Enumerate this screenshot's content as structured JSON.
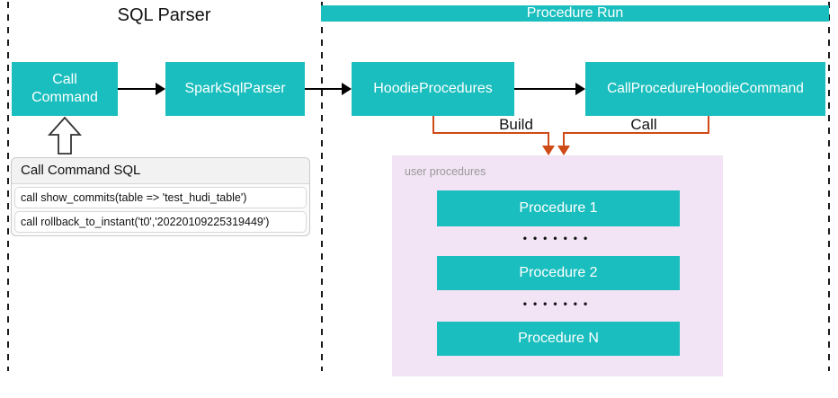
{
  "diagram": {
    "sections": {
      "sql_parser": {
        "title": "SQL Parser"
      },
      "procedure_run": {
        "title": "Procedure Run"
      }
    },
    "nodes": {
      "call_command": "Call Command",
      "spark_sql_parser": "SparkSqlParser",
      "hoodie_procedures": "HoodieProcedures",
      "call_procedure_hoodie_command": "CallProcedureHoodieCommand"
    },
    "sql_panel": {
      "title": "Call Command SQL",
      "rows": [
        "call show_commits(table => 'test_hudi_table')",
        "call rollback_to_instant('t0','20220109225319449')"
      ]
    },
    "edges": {
      "build_label": "Build",
      "call_label": "Call"
    },
    "user_procedures": {
      "label": "user procedures",
      "items": [
        "Procedure 1",
        "Procedure 2",
        "Procedure N"
      ],
      "dots": "•••••••"
    },
    "colors": {
      "node_fill": "#1ABEBE",
      "node_text": "#FFFFFF",
      "connector_orange": "#CE4A17",
      "arrow_black": "#000000",
      "user_procedures_fill": "#F2E3F5",
      "user_procedures_label": "#999999",
      "sql_header_fill": "#F2F2F2",
      "border_gray": "#C9C9C9"
    }
  }
}
